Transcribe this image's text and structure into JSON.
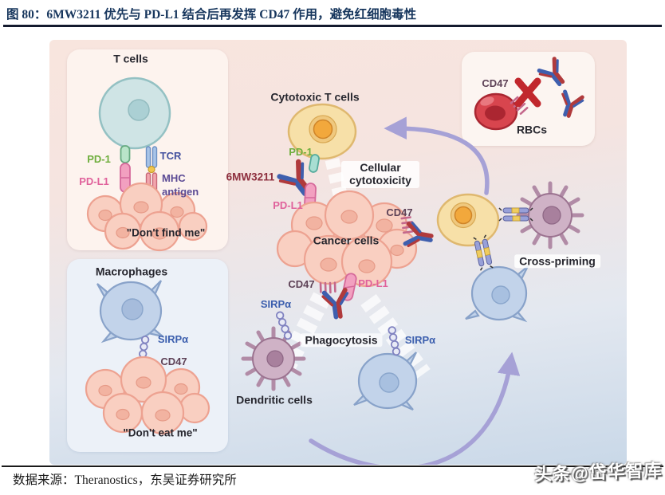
{
  "header": {
    "title": "图 80：6MW3211 优先与 PD-L1 结合后再发挥 CD47 作用，避免红细胞毒性"
  },
  "footer": {
    "source": "数据来源：Theranostics，东吴证券研究所",
    "watermark": "头条@岱华智库"
  },
  "colors": {
    "title_navy": "#17365d",
    "rule_dark": "#141a2e",
    "dark_text": "#26262e",
    "arrow_purple": "#a6a1d6",
    "red_x": "#c1272d",
    "pd1_green": "#6fae3d",
    "pdl1_pink": "#e0619b",
    "tcr_blue": "#44519e",
    "mhc_purple": "#5b4a94",
    "sirpa_blue": "#3c5fae",
    "cd47_maroon": "#5d4156",
    "drug_maroon": "#8e2f3e"
  },
  "panels": {
    "t_cells": {
      "title": "T cells",
      "pd1": "PD-1",
      "tcr": "TCR",
      "pdl1": "PD-L1",
      "mhc": "MHC\nantigen",
      "caption": "\"Don't find me\""
    },
    "macrophages": {
      "title": "Macrophages",
      "sirpa": "SIRPα",
      "cd47": "CD47",
      "caption": "\"Don't eat me\""
    },
    "rbcs": {
      "cd47": "CD47",
      "title": "RBCs"
    }
  },
  "center": {
    "cytotoxic_t_cells": "Cytotoxic T cells",
    "pd1": "PD-1",
    "drug": "6MW3211",
    "pdl1_upper": "PD-L1",
    "cellular_cytotoxicity": "Cellular cytotoxicity",
    "cd47_right": "CD47",
    "cancer_cells": "Cancer cells",
    "cd47_lower": "CD47",
    "pdl1_lower": "PD-L1",
    "sirpa_dendritic": "SIRPα",
    "phagocytosis": "Phagocytosis",
    "sirpa_macrophage": "SIRPα",
    "dendritic_cells": "Dendritic cells",
    "cross_priming": "Cross-priming"
  }
}
